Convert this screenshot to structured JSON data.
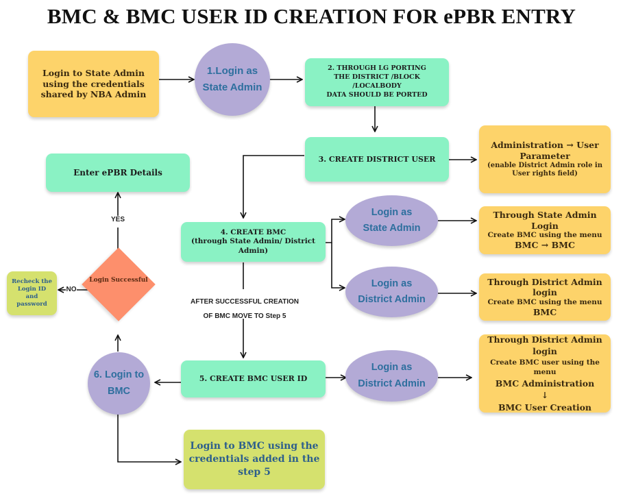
{
  "title": "BMC & BMC USER ID CREATION FOR ePBR ENTRY",
  "nodes": {
    "login_state_admin": "Login to State Admin using the credentials shared by NBA Admin",
    "c1_line1": "1.Login as",
    "c1_line2": "State Admin",
    "lg_line1": "2.  THROUGH LG PORTING",
    "lg_line2": "THE DISTRICT /BLOCK /LOCALBODY",
    "lg_line3": "DATA  SHOULD BE PORTED",
    "create_district_user": "3. CREATE  DISTRICT USER",
    "admin_param_line1": "Administration → User Parameter",
    "admin_param_line2": "(enable District Admin role in User rights field)",
    "epbr": "Enter ePBR Details",
    "create_bmc_line1": "4. CREATE BMC",
    "create_bmc_line2": "(through State Admin/ District Admin)",
    "c_state_line1": "Login as",
    "c_state_line2": "State Admin",
    "state_login_line1": "Through State Admin Login",
    "state_login_line2": "Create BMC using the menu",
    "state_login_line3": "BMC → BMC",
    "c_district_line1": "Login as",
    "c_district_line2": "District Admin",
    "district_login_line1": "Through District Admin login",
    "district_login_line2": "Create BMC using the menu",
    "district_login_line3": "BMC",
    "recheck": "Recheck the Login ID and password",
    "decision": "Login Successful",
    "after_line1": "AFTER SUCCESSFUL CREATION",
    "after_line2": "OF BMC MOVE TO Step 5",
    "create_bmc_user": "5. CREATE BMC USER ID",
    "c_district2_line1": "Login as",
    "c_district2_line2": "District Admin",
    "district_user_line1": "Through District Admin login",
    "district_user_line2": "Create BMC user using the menu",
    "district_user_line3": "BMC Administration",
    "district_user_line4": "↓",
    "district_user_line5": "BMC User Creation",
    "c6_line1": "6. Login to",
    "c6_line2": "BMC",
    "login_bmc": "Login to BMC using the credentials added  in the step 5",
    "yes": "YES",
    "no": "NO"
  }
}
